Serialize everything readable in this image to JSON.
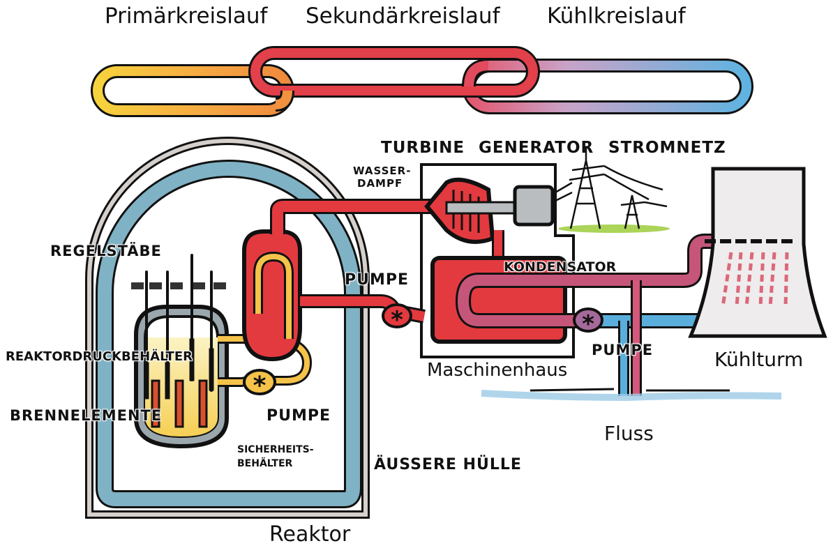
{
  "title": "Kernkraftwerk – Druckwasserreaktor Schema",
  "circuits": [
    {
      "label": "Primärkreislauf",
      "color": "#f5b93a"
    },
    {
      "label": "Sekundärkreislauf",
      "color": "#e0323a"
    },
    {
      "label": "Kühlkreislauf",
      "color": "#6fb0d8"
    }
  ],
  "labels": {
    "turbine": "TURBINE",
    "generator": "GENERATOR",
    "grid": "STROMNETZ",
    "steam_line1": "WASSER-",
    "steam_line2": "DAMPF",
    "control_rods": "REGELSTÄBE",
    "pressure_vessel": "REAKTORDRUCKBEHÄLTER",
    "fuel_elements": "BRENNELEMENTE",
    "primary_pump": "PUMPE",
    "containment_line1": "SICHERHEITS-",
    "containment_line2": "BEHÄLTER",
    "outer_shell": "ÄUSSERE HÜLLE",
    "reactor": "Reaktor",
    "secondary_pump": "PUMPE",
    "condenser": "KONDENSATOR",
    "machine_house": "Maschinenhaus",
    "cooling_pump": "PUMPE",
    "cooling_tower": "Kühlturm",
    "river": "Fluss"
  },
  "colors": {
    "primary": "#f5c24a",
    "secondary": "#e33a3f",
    "cooling_warm": "#c5567a",
    "cooling_cold": "#5aaedb",
    "containment": "#7fb2c4",
    "vessel": "#9aa7ad",
    "core_fill": "#f8e08a",
    "fuel_rod": "#d9502e",
    "generator": "#b9bdc0",
    "grass": "#9ccc3c"
  }
}
